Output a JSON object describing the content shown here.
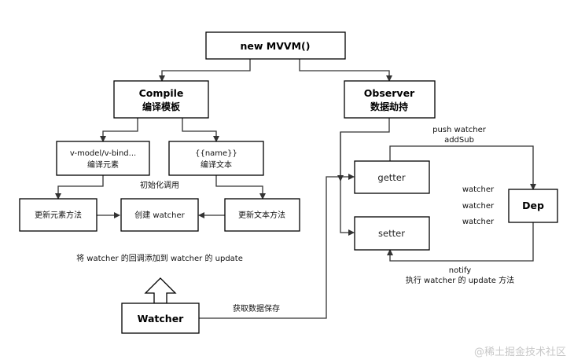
{
  "nodes": {
    "mvvm": {
      "line1": "new MVVM()"
    },
    "compile": {
      "line1": "Compile",
      "line2": "编译模板"
    },
    "observer": {
      "line1": "Observer",
      "line2": "数据劫持"
    },
    "vmodel": {
      "line1": "v-model/v-bind...",
      "line2": "编译元素"
    },
    "name_tpl": {
      "line1": "{{name}}",
      "line2": "编译文本"
    },
    "update_el": {
      "line1": "更新元素方法"
    },
    "create_watcher": {
      "line1": "创建 watcher"
    },
    "update_text": {
      "line1": "更新文本方法"
    },
    "getter": {
      "line1": "getter"
    },
    "setter": {
      "line1": "setter"
    },
    "dep": {
      "line1": "Dep"
    },
    "watcher": {
      "line1": "Watcher"
    }
  },
  "labels": {
    "init_call": "初始化调用",
    "add_callback": "将 watcher 的回调添加到 watcher 的 update",
    "get_save": "获取数据保存",
    "push_watcher": "push watcher",
    "add_sub": "addSub",
    "dep_watcher_1": "watcher",
    "dep_watcher_2": "watcher",
    "dep_watcher_3": "watcher",
    "notify": "notify",
    "run_update": "执行 watcher 的 update 方法"
  },
  "watermark": "@稀土掘金技术社区"
}
